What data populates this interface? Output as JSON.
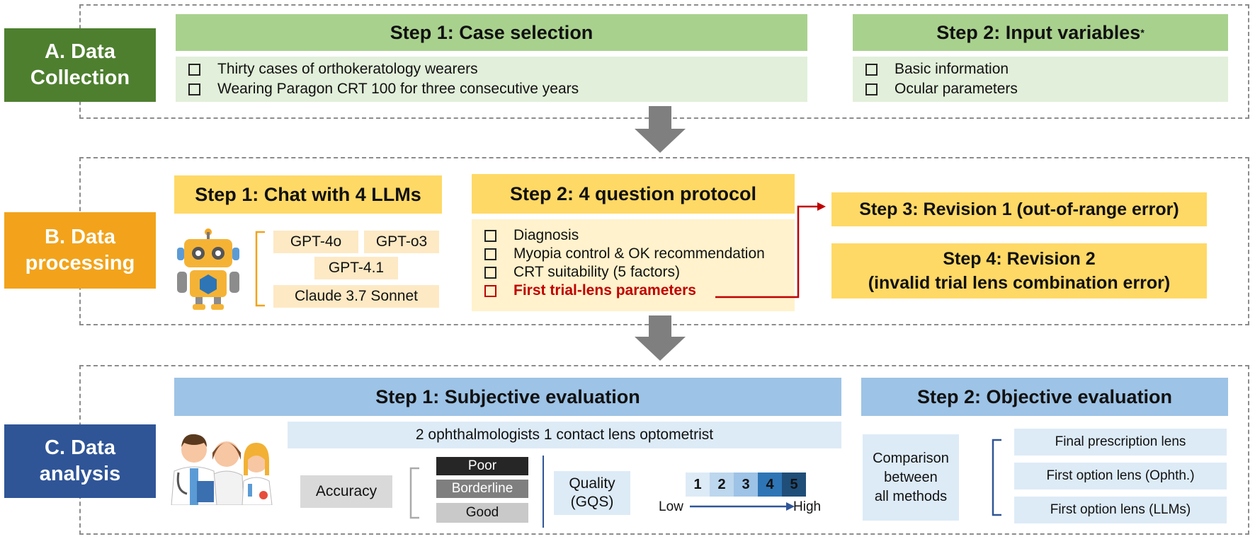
{
  "colors": {
    "green_dark": "#4e7f2f",
    "green_light": "#a9d18e",
    "green_pale": "#e2efda",
    "orange_dark": "#f2a31b",
    "yellow": "#ffd966",
    "yellow_pale": "#fff2cc",
    "blue_dark": "#2f5597",
    "blue_light": "#9dc3e6",
    "blue_pale": "#ddebf7",
    "red": "#c00000",
    "arrow_gray": "#7f7f7f"
  },
  "section_a": {
    "label": "A. Data\nCollection",
    "step1": {
      "title": "Step 1: Case selection",
      "items": [
        "Thirty cases of orthokeratology wearers",
        "Wearing Paragon CRT 100 for three consecutive years"
      ]
    },
    "step2": {
      "title": "Step 2: Input variables",
      "title_mark": "*",
      "items": [
        "Basic information",
        "Ocular parameters"
      ]
    }
  },
  "section_b": {
    "label": "B. Data\nprocessing",
    "step1": {
      "title": "Step 1: Chat with 4 LLMs",
      "models": [
        "GPT-4o",
        "GPT-o3",
        "GPT-4.1",
        "Claude 3.7 Sonnet"
      ],
      "icon": "robot-icon"
    },
    "step2": {
      "title": "Step 2: 4 question protocol",
      "items": [
        "Diagnosis",
        "Myopia control & OK recommendation",
        "CRT suitability (5 factors)",
        "First trial-lens parameters"
      ]
    },
    "step3": {
      "title": "Step 3: Revision 1 (out-of-range error)"
    },
    "step4": {
      "title": "Step 4: Revision 2\n(invalid trial lens combination error)"
    }
  },
  "section_c": {
    "label": "C. Data\nanalysis",
    "step1": {
      "title": "Step 1: Subjective evaluation",
      "raters": "2 ophthalmologists 1 contact lens optometrist",
      "icon": "doctors-icon",
      "accuracy_label": "Accuracy",
      "accuracy_levels": [
        "Poor",
        "Borderline",
        "Good"
      ],
      "quality_label": "Quality\n(GQS)",
      "scale": [
        "1",
        "2",
        "3",
        "4",
        "5"
      ],
      "scale_low": "Low",
      "scale_high": "High"
    },
    "step2": {
      "title": "Step 2: Objective evaluation",
      "comparison": "Comparison\nbetween\nall methods",
      "lenses": [
        "Final prescription lens",
        "First option lens (Ophth.)",
        "First option lens (LLMs)"
      ]
    }
  }
}
